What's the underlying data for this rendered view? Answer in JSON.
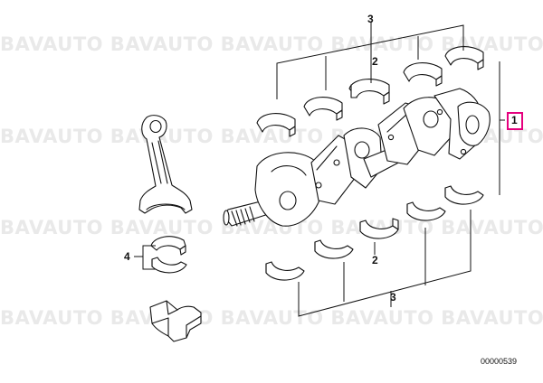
{
  "watermark": {
    "text": "BAVAUTO BAVAUTO BAVAUTO BAVAUTO BAVAUTO BAVAUTO"
  },
  "callouts": {
    "crankshaft": "1",
    "thrust_upper": "2",
    "thrust_lower": "2",
    "bearings_upper": "3",
    "bearings_lower": "3",
    "conrod_bearings": "4"
  },
  "doc_number": "00000539",
  "colors": {
    "highlight": "#e5007e",
    "line": "#111111",
    "watermark": "#e9e9e9"
  }
}
